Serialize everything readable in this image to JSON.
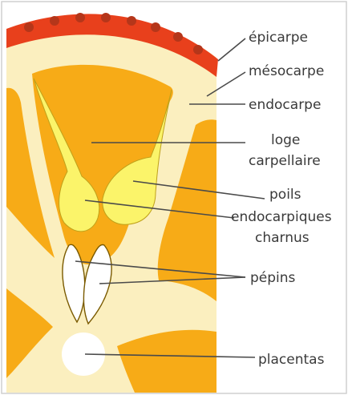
{
  "labels": {
    "epicarpe": "épicarpe",
    "mesocarpe": "mésocarpe",
    "endocarpe": "endocarpe",
    "loge_line1": "loge",
    "loge_line2": "carpellaire",
    "poils_line1": "poils",
    "poils_line2": "endocarpiques",
    "poils_line3": "charnus",
    "pepins": "pépins",
    "placentas": "placentas"
  },
  "colors": {
    "epicarp": "#e8401c",
    "oil_glands": "#b5361a",
    "mesocarp": "#fbefbf",
    "locule": "#f7ab17",
    "pulp_hairs": "#fbf46a",
    "seeds": "#ffffff",
    "placenta": "#ffffff",
    "leader_lines": "#4a4a4a",
    "label_text": "#3a3a3a"
  }
}
